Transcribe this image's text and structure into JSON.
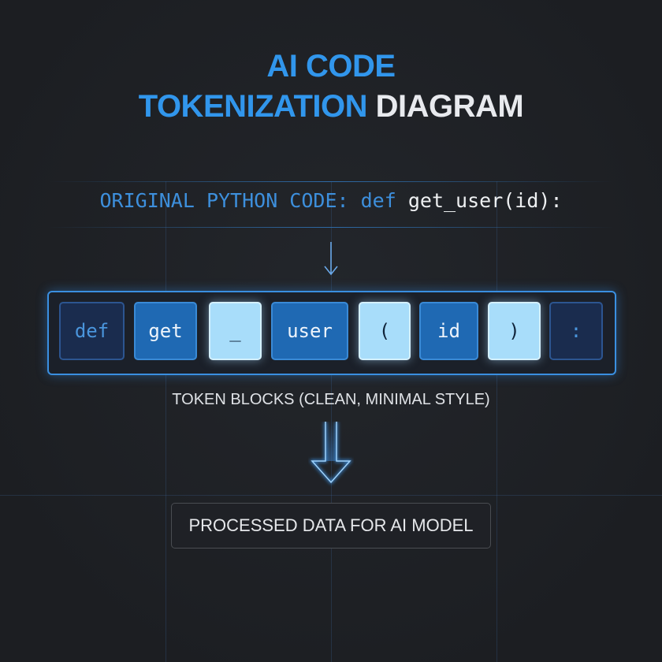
{
  "title": {
    "line1": "AI CODE",
    "line2_accent": "TOKENIZATION",
    "line2_rest": "DIAGRAM"
  },
  "code": {
    "label": "ORIGINAL PYTHON CODE:",
    "keyword": "def",
    "rest": "get_user(id):"
  },
  "tokens": [
    {
      "text": "def",
      "style": "dark"
    },
    {
      "text": "get",
      "style": "mid"
    },
    {
      "text": "_",
      "style": "light"
    },
    {
      "text": "user",
      "style": "mid"
    },
    {
      "text": "(",
      "style": "light"
    },
    {
      "text": "id",
      "style": "mid"
    },
    {
      "text": ")",
      "style": "light"
    },
    {
      "text": ":",
      "style": "dark"
    }
  ],
  "tokens_caption": "TOKEN BLOCKS (CLEAN, MINIMAL STYLE)",
  "output_label": "PROCESSED DATA FOR AI MODEL",
  "icons": {
    "small_arrow": "arrow-down-icon",
    "big_arrow": "hollow-arrow-down-icon"
  },
  "colors": {
    "accent": "#3196ec",
    "background": "#1e2024"
  }
}
